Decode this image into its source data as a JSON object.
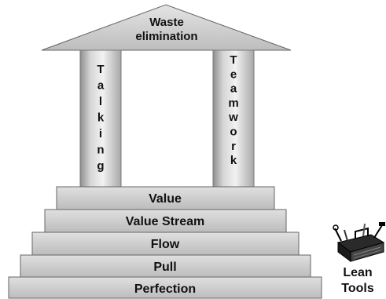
{
  "roof": {
    "line1": "Waste",
    "line2": "elimination"
  },
  "pillars": {
    "left": "Talking",
    "right": "Teamwork"
  },
  "steps": [
    "Value",
    "Value Stream",
    "Flow",
    "Pull",
    "Perfection"
  ],
  "tools": {
    "icon": "toolbox-icon",
    "line1": "Lean",
    "line2": "Tools"
  }
}
